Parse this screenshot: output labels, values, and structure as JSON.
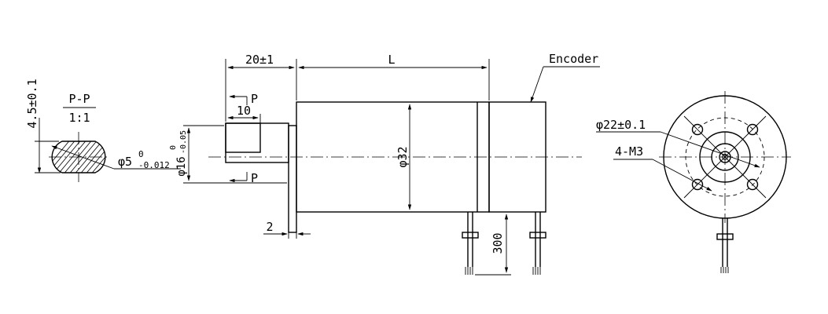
{
  "section": {
    "title": "P-P",
    "scale": "1:1",
    "flat_height": "4.5±0.1",
    "shaft_dia_main": "φ5",
    "shaft_dia_upper": "0",
    "shaft_dia_lower": "-0.012"
  },
  "side_view": {
    "shaft_length": "20±1",
    "body_length": "L",
    "flat_length": "10",
    "section_marker_top": "P",
    "section_marker_bottom": "P",
    "pilot_dia_main": "φ16",
    "pilot_dia_upper": "0",
    "pilot_dia_lower": "-0.05",
    "body_dia": "φ32",
    "flange_thickness": "2",
    "lead_length": "300",
    "encoder_label": "Encoder"
  },
  "front_view": {
    "bolt_circle": "φ22±0.1",
    "holes": "4-M3"
  }
}
